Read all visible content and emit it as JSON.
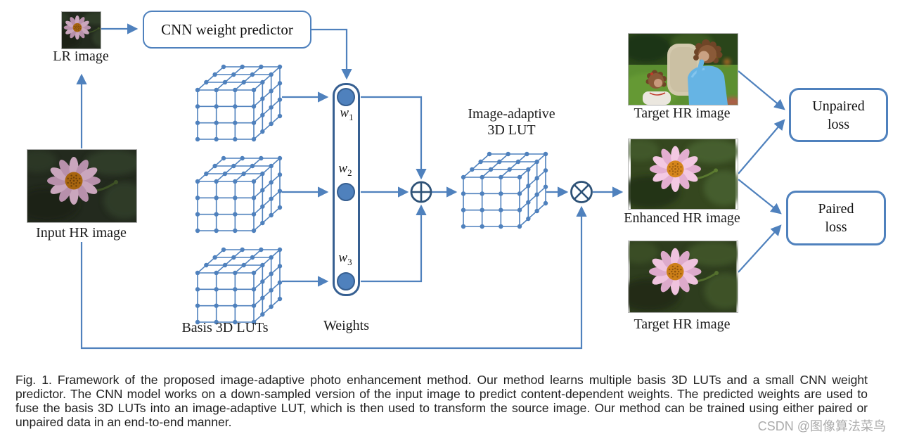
{
  "diagram": {
    "lr_image_label": "LR image",
    "input_hr_image_label": "Input HR image",
    "cnn_box_label": "CNN weight predictor",
    "basis_luts_label": "Basis 3D LUTs",
    "weights_label": "Weights",
    "weights": [
      {
        "base": "w",
        "sub": "1"
      },
      {
        "base": "w",
        "sub": "2"
      },
      {
        "base": "w",
        "sub": "3"
      }
    ],
    "adaptive_lut_label_line1": "Image-adaptive",
    "adaptive_lut_label_line2": "3D LUT",
    "target_hr_top_label": "Target HR image",
    "enhanced_hr_label": "Enhanced HR image",
    "target_hr_bottom_label": "Target HR image",
    "unpaired_loss": {
      "line1": "Unpaired",
      "line2": "loss"
    },
    "paired_loss": {
      "line1": "Paired",
      "line2": "loss"
    }
  },
  "caption": {
    "text": "Fig. 1. Framework of the proposed image-adaptive photo enhancement method. Our method learns multiple basis 3D LUTs and a small CNN weight predictor. The CNN model works on a down-sampled version of the input image to predict content-dependent weights. The predicted weights are used to fuse the basis 3D LUTs into an image-adaptive LUT, which is then used to transform the source image. Our method can be trained using either paired or unpaired data in an end-to-end manner."
  },
  "watermark": "CSDN @图像算法菜鸟",
  "colors": {
    "arrow": "#4f81bd",
    "lattice": "#4f81bd",
    "node_dark": "#2e5277",
    "panel_border": "#365f91",
    "box_border": "#4f81bd",
    "label_text": "#1b1b1b",
    "watermark": "#ababab"
  }
}
